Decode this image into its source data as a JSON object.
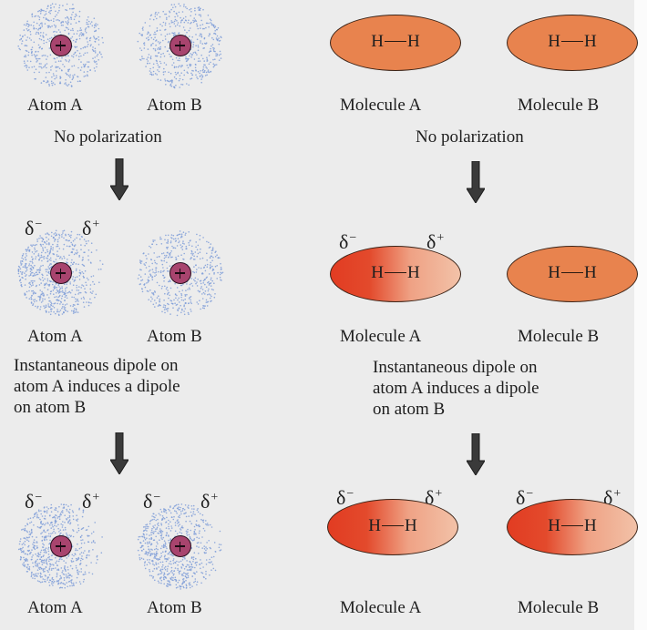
{
  "colors": {
    "background": "#ececec",
    "electron_dot": "#7f9ed8",
    "nucleus": "#a8446e",
    "molecule_neutral": "#e8834e",
    "molecule_negative_end": "#e23c22",
    "molecule_positive_end": "#f2c2a8",
    "arrow": "#3a3a3a"
  },
  "symbols": {
    "delta_minus": "δ",
    "delta_minus_sign": "−",
    "delta_plus": "δ",
    "delta_plus_sign": "+",
    "hydrogen_left": "H",
    "hydrogen_right": "H",
    "nucleus_sign": "+"
  },
  "atoms_panel": {
    "row1": {
      "atom_a": {
        "label": "Atom A",
        "polarized": false
      },
      "atom_b": {
        "label": "Atom B",
        "polarized": false
      },
      "caption": "No polarization"
    },
    "row2": {
      "atom_a": {
        "label": "Atom A",
        "polarized": true
      },
      "atom_b": {
        "label": "Atom B",
        "polarized": false
      },
      "caption_lines": [
        "Instantaneous dipole on",
        "atom A induces a dipole",
        "on atom B"
      ]
    },
    "row3": {
      "atom_a": {
        "label": "Atom A",
        "polarized": true
      },
      "atom_b": {
        "label": "Atom B",
        "polarized": true
      }
    }
  },
  "molecules_panel": {
    "row1": {
      "molecule_a": {
        "label": "Molecule A",
        "formula": "H—H",
        "polarized": false
      },
      "molecule_b": {
        "label": "Molecule B",
        "formula": "H—H",
        "polarized": false
      },
      "caption": "No polarization"
    },
    "row2": {
      "molecule_a": {
        "label": "Molecule A",
        "formula": "H—H",
        "polarized": true
      },
      "molecule_b": {
        "label": "Molecule B",
        "formula": "H—H",
        "polarized": false
      },
      "caption_lines": [
        "Instantaneous dipole on",
        "atom A induces a dipole",
        "on atom B"
      ]
    },
    "row3": {
      "molecule_a": {
        "label": "Molecule A",
        "formula": "H—H",
        "polarized": true
      },
      "molecule_b": {
        "label": "Molecule B",
        "formula": "H—H",
        "polarized": true
      }
    }
  }
}
